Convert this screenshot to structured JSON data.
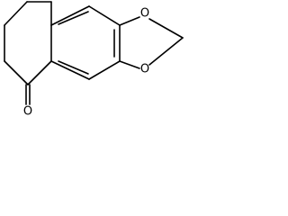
{
  "structure": {
    "atoms": {
      "o_upper": "O",
      "o_lower": "O",
      "o_carbonyl": "O"
    },
    "color": "#000000",
    "background": "#ffffff"
  }
}
